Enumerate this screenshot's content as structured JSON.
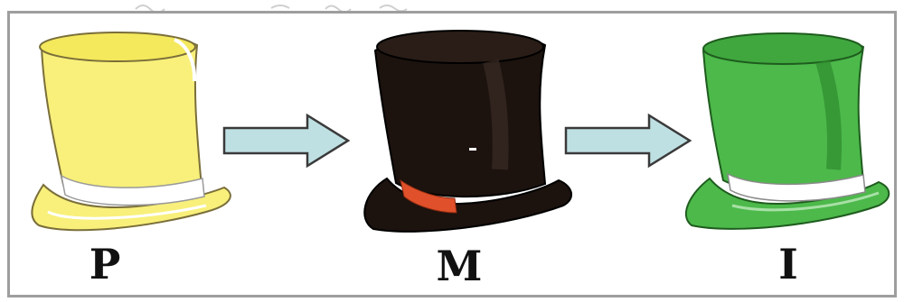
{
  "labels": {
    "first": "P",
    "second": "M",
    "third": "I"
  },
  "hats": [
    {
      "name": "yellow-top-hat",
      "color": "#f8f07a",
      "band": "#ffffff"
    },
    {
      "name": "black-top-hat",
      "color": "#1c120e",
      "band": "#e0502a"
    },
    {
      "name": "green-top-hat",
      "color": "#4cb94a",
      "band": "#ffffff"
    }
  ],
  "arrow_color": "#bfe0e3",
  "frame_color": "#9e9e9e"
}
